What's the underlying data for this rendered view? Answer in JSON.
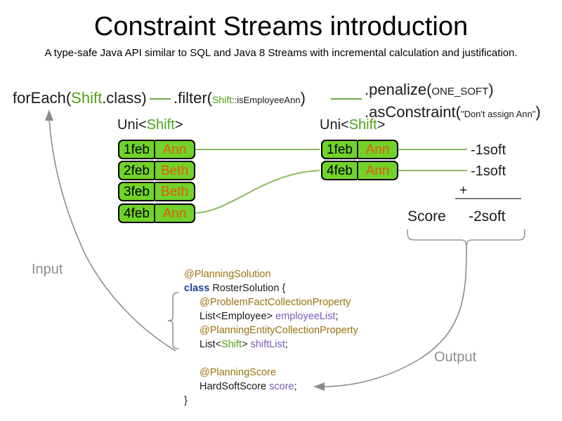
{
  "header": {
    "title": "Constraint Streams introduction",
    "subtitle": "A type-safe Java API similar to SQL and Java 8 Streams with incremental calculation and justification."
  },
  "pipeline": {
    "foreach": {
      "name": "forEach(",
      "generic": "Shift",
      "suffix": ".class)"
    },
    "filter": {
      "name": ".filter(",
      "arg_type": "Shift",
      "arg_rest": "::isEmployeeAnn",
      "suffix": ")"
    },
    "penalize": {
      "name": ".penalize(",
      "arg": "ONE_SOFT",
      "suffix": ")"
    },
    "as_constraint": {
      "name": ".asConstraint(",
      "arg": "\"Don't assign Ann\"",
      "suffix": ")"
    }
  },
  "stream_types": {
    "left": {
      "prefix": "Uni<",
      "generic": "Shift",
      "suffix": ">"
    },
    "right": {
      "prefix": "Uni<",
      "generic": "Shift",
      "suffix": ">"
    }
  },
  "input_shifts": [
    {
      "date": "1feb",
      "employee": "Ann"
    },
    {
      "date": "2feb",
      "employee": "Beth"
    },
    {
      "date": "3feb",
      "employee": "Beth"
    },
    {
      "date": "4feb",
      "employee": "Ann"
    }
  ],
  "matched_shifts": [
    {
      "date": "1feb",
      "employee": "Ann",
      "penalty": "-1soft"
    },
    {
      "date": "4feb",
      "employee": "Ann",
      "penalty": "-1soft"
    }
  ],
  "score_summary": {
    "label": "Score",
    "operator": "+",
    "total": "-2soft"
  },
  "annotations": {
    "input": "Input",
    "output": "Output"
  },
  "code": {
    "lines": [
      {
        "text": "@PlanningSolution",
        "kind": "anno",
        "indent": 0
      },
      {
        "text": "class RosterSolution {",
        "kind": "class-decl",
        "indent": 0
      },
      {
        "text": "@ProblemFactCollectionProperty",
        "kind": "anno",
        "indent": 1
      },
      {
        "text": "List<Employee> employeeList;",
        "kind": "field",
        "indent": 1
      },
      {
        "text": "@PlanningEntityCollectionProperty",
        "kind": "anno",
        "indent": 1
      },
      {
        "text": "List<Shift> shiftList;",
        "kind": "field",
        "indent": 1
      },
      {
        "text": "",
        "kind": "blank",
        "indent": 0
      },
      {
        "text": "@PlanningScore",
        "kind": "anno",
        "indent": 1
      },
      {
        "text": "HardSoftScore score;",
        "kind": "field",
        "indent": 1
      },
      {
        "text": "}",
        "kind": "brace",
        "indent": 0
      }
    ],
    "tokens": {
      "class_kw": "class",
      "class_name": " RosterSolution {",
      "list_employee": "List<Employee> ",
      "employee_list_var": "employeeList",
      "semicolon": ";",
      "list_open": "List<",
      "shift_generic": "Shift",
      "list_close": "> ",
      "shift_list_var": "shiftList",
      "hardsoftscore": "HardSoftScore ",
      "score_var": "score",
      "closing_brace": "}"
    }
  },
  "colors": {
    "box_green": "#71d32a",
    "employee_orange": "#e8590c",
    "generic_green": "#4aa215",
    "link_green": "#8cba5a",
    "annotation_gold": "#9a7310",
    "keyword_blue": "#1b3f94",
    "variable_purple": "#7a5bb8",
    "gray_arrow": "#8c8c8c"
  }
}
